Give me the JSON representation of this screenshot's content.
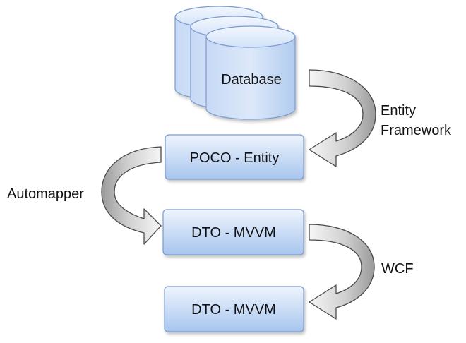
{
  "nodes": {
    "database": "Database",
    "poco_entity": "POCO - Entity",
    "dto_mvvm_1": "DTO - MVVM",
    "dto_mvvm_2": "DTO - MVVM"
  },
  "edges": {
    "entity_framework_line1": "Entity",
    "entity_framework_line2": "Framework",
    "automapper": "Automapper",
    "wcf": "WCF"
  },
  "colors": {
    "node_fill_top": "#e9f1fc",
    "node_fill_bottom": "#a9c6ee",
    "node_stroke": "#7b9bcf",
    "arrow_fill_light": "#f4f4f4",
    "arrow_fill_dark": "#a8a8a8",
    "arrow_stroke": "#4a4a4a"
  }
}
